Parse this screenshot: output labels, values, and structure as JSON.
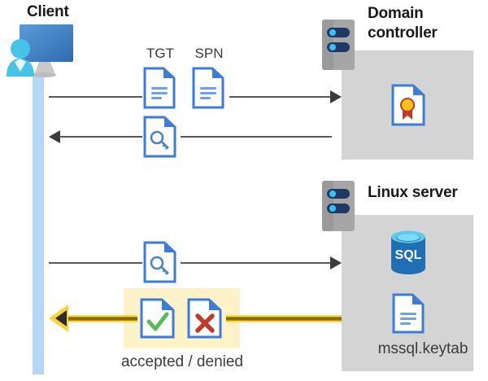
{
  "diagram": {
    "title_client": "Client",
    "title_domain_controller": "Domain\ncontroller",
    "domain_controller_line1": "Domain",
    "domain_controller_line2": "controller",
    "title_linux_server": "Linux server",
    "label_tgt": "TGT",
    "label_spn": "SPN",
    "label_keytab": "mssql.keytab",
    "label_result": "accepted / denied",
    "label_sql": "SQL"
  },
  "icons": {
    "client": "user-computer-icon",
    "tgt_doc": "document-lines-icon",
    "spn_doc": "document-lines-icon",
    "ticket_doc": "document-key-icon",
    "request_doc": "document-key-icon",
    "accepted_doc": "document-check-icon",
    "denied_doc": "document-x-icon",
    "certificate": "certificate-seal-icon",
    "database": "sql-database-icon",
    "keytab_doc": "document-lines-icon",
    "server_dc": "server-rack-icon",
    "server_linux": "server-rack-icon"
  },
  "colors": {
    "panel_gray": "#d4d4d4",
    "highlight_yellow": "#fdf2c8",
    "lifeline_blue": "#b5d6f5",
    "doc_border_blue": "#3b7dd8",
    "doc_fold_blue": "#3b7dd8",
    "arrow_gray": "#595959",
    "arrow_yellow": "#ffd23b",
    "arrow_yellow_core": "#8a6d00",
    "check_green": "#5cb85c",
    "cross_red": "#c0392b",
    "seal_gold": "#f5c518",
    "seal_ribbon_red": "#c0392b",
    "sql_blue": "#1f6fb4",
    "sql_top_cyan": "#5ec9e8",
    "server_body_gray": "#a6a6a6",
    "server_bar_navy": "#1f3864",
    "server_led_cyan": "#35c3f0",
    "monitor_blue": "#3f7ec4",
    "person_cyan": "#45c3e8"
  },
  "flows": [
    {
      "name": "client-to-dc-request",
      "direction": "right",
      "docs": [
        "TGT",
        "SPN"
      ]
    },
    {
      "name": "dc-to-client-ticket",
      "direction": "left",
      "docs": [
        "ticket"
      ]
    },
    {
      "name": "client-to-linux-request",
      "direction": "right",
      "docs": [
        "ticket"
      ]
    },
    {
      "name": "linux-to-client-result",
      "direction": "left",
      "docs": [
        "accepted",
        "denied"
      ]
    }
  ]
}
